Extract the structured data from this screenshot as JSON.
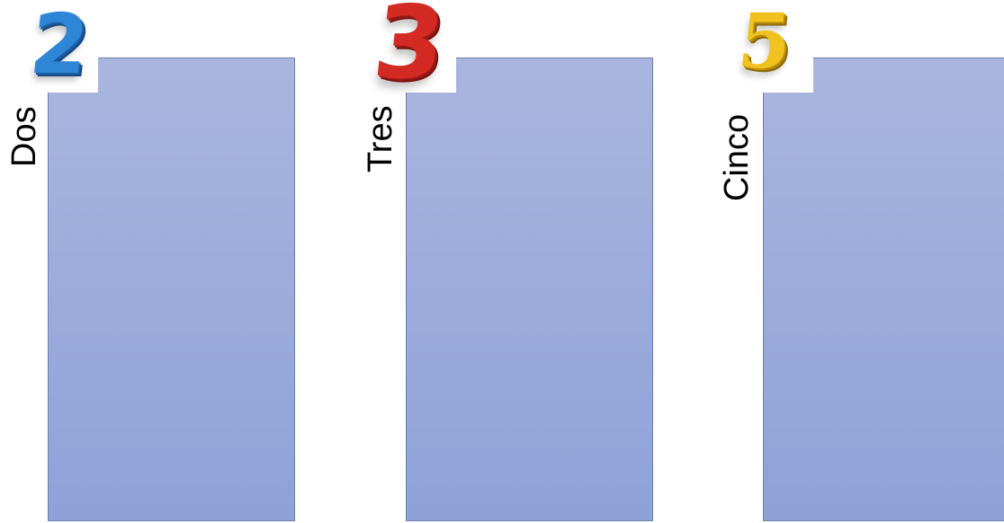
{
  "columns": [
    {
      "digit": "2",
      "label": "Dos",
      "digit_color": "#2f86d6"
    },
    {
      "digit": "3",
      "label": "Tres",
      "digit_color": "#d42a24"
    },
    {
      "digit": "5",
      "label": "Cinco",
      "digit_color": "#f0c21f"
    }
  ],
  "panel_color": "#9dacdc"
}
